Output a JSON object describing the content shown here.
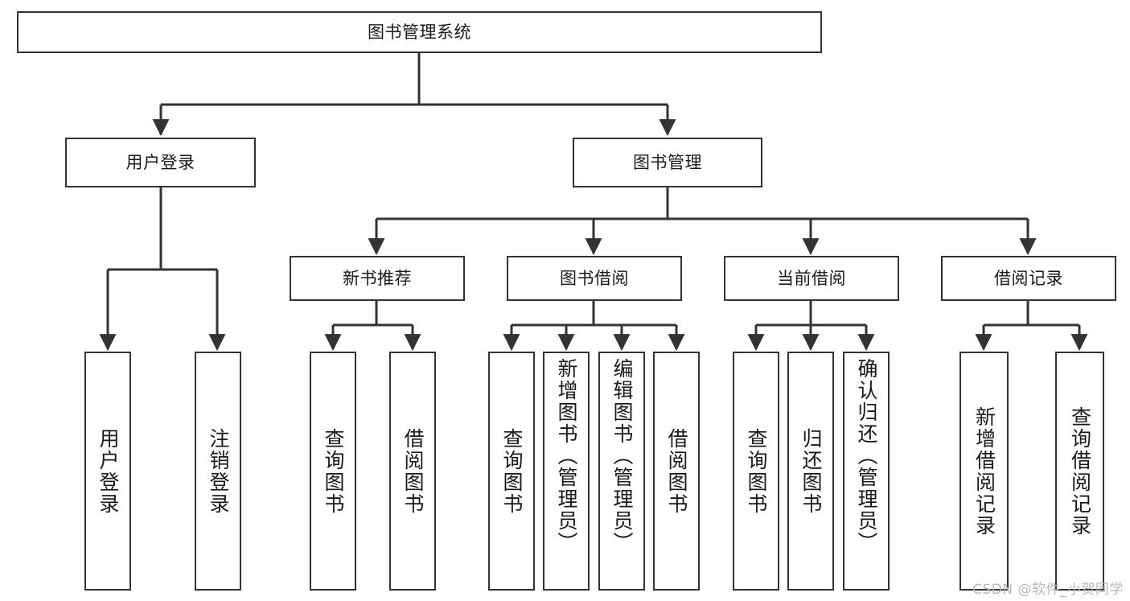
{
  "diagram": {
    "type": "tree-hierarchy-chart",
    "title": "图书管理系统",
    "root": {
      "label": "图书管理系统"
    },
    "level2": [
      {
        "label": "用户登录"
      },
      {
        "label": "图书管理"
      }
    ],
    "level3": [
      {
        "label": "新书推荐"
      },
      {
        "label": "图书借阅"
      },
      {
        "label": "当前借阅"
      },
      {
        "label": "借阅记录"
      }
    ],
    "leaves": {
      "user_login": [
        {
          "label": "用户登录",
          "align": "center"
        },
        {
          "label": "注销登录",
          "align": "center"
        }
      ],
      "new_book_recommend": [
        {
          "label": "查询图书",
          "align": "center"
        },
        {
          "label": "借阅图书",
          "align": "center"
        }
      ],
      "book_borrow": [
        {
          "label": "查询图书",
          "align": "center"
        },
        {
          "label": "新增图书（管理员）",
          "align": "top"
        },
        {
          "label": "编辑图书（管理员）",
          "align": "top"
        },
        {
          "label": "借阅图书",
          "align": "center"
        }
      ],
      "current_borrow": [
        {
          "label": "查询图书",
          "align": "center"
        },
        {
          "label": "归还图书",
          "align": "center"
        },
        {
          "label": "确认归还（管理员）",
          "align": "top"
        }
      ],
      "borrow_record": [
        {
          "label": "新增借阅记录",
          "align": "center"
        },
        {
          "label": "查询借阅记录",
          "align": "center"
        }
      ]
    },
    "watermark": "CSDN @软件_小贺同学",
    "colors": {
      "border": "#333333",
      "background": "#ffffff",
      "text": "#1a1a1a",
      "watermark": "#b9b9b9"
    }
  }
}
